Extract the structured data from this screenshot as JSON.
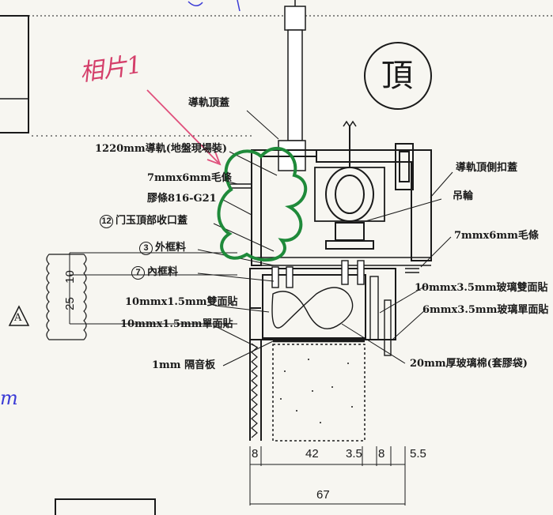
{
  "sheet": {
    "section_title": "頂",
    "view_marker": "A"
  },
  "labels": {
    "rail_top_cover": "導軌頂蓋",
    "rail_1220": "1220mm導軌(地盤現場裝)",
    "brush_7x6_left": "7mmx6mm毛條",
    "rubber_strip": "膠條816-G21",
    "top_trim_no": "12",
    "top_trim": "门玉頂部收口蓋",
    "outer_frame_no": "3",
    "outer_frame": "外框料",
    "inner_frame_no": "7",
    "inner_frame": "內框料",
    "double_sided_10": "10mmx1.5mm雙面貼",
    "single_sided_10": "10mmx1.5mm單面貼",
    "soundproof_board": "1mm 隔音板",
    "rail_top_side_cover": "導軌頂側扣蓋",
    "hanging_wheel": "吊輪",
    "brush_7x6_right": "7mmx6mm毛條",
    "glass_double_sided": "10mmx3.5mm玻璃雙面貼",
    "glass_single_sided": "6mmx3.5mm玻璃單面貼",
    "glass_wool": "20mm厚玻璃棉(套膠袋)"
  },
  "dimensions": {
    "left_upper": "10",
    "left_lower": "25",
    "bottom_segments": [
      "8",
      "42",
      "3.5",
      "8",
      "5.5"
    ],
    "bottom_total": "67"
  },
  "handwriting": {
    "note": "相片1",
    "fragment": "m"
  },
  "colors": {
    "ink": "#1a1a1a",
    "markup_pink": "#e0507c",
    "markup_green": "#1f8a3a",
    "markup_blue": "#3b3bd6"
  }
}
